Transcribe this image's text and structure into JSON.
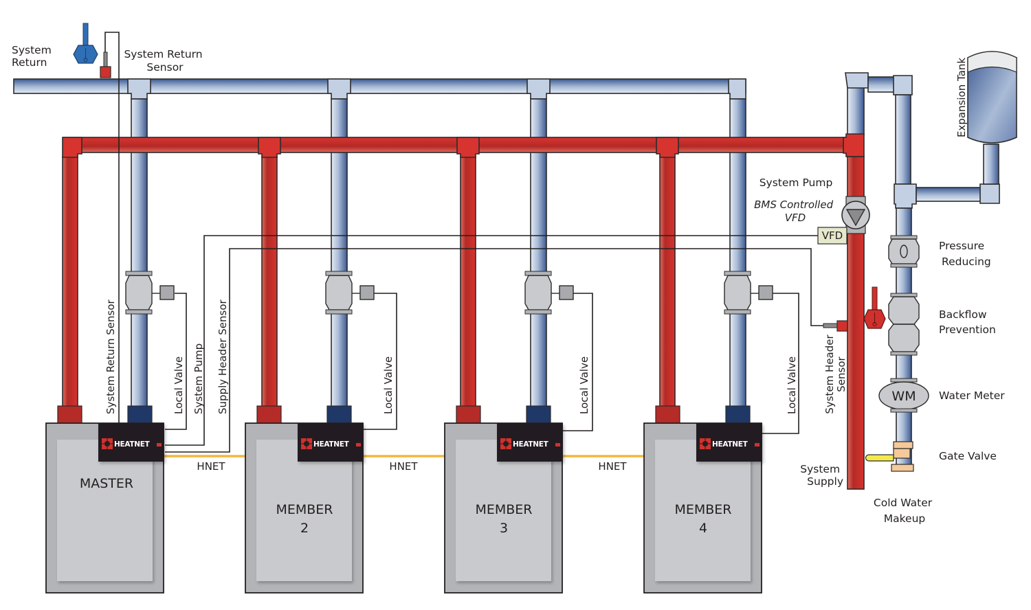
{
  "title": "HeatNet boiler cascade piping diagram",
  "labels": {
    "system_return": [
      "System",
      "Return"
    ],
    "system_return_sensor_top": [
      "System Return",
      "Sensor"
    ],
    "system_return_sensor_wire": "System Return Sensor",
    "local_valve": "Local Valve",
    "system_pump_wire": "System Pump",
    "supply_header_sensor_wire": "Supply Header Sensor",
    "system_pump": "System Pump",
    "bms_vfd": [
      "BMS Controlled",
      "VFD"
    ],
    "vfd_box": "VFD",
    "system_header_sensor": [
      "System Header",
      "Sensor"
    ],
    "system_supply": [
      "System",
      "Supply"
    ],
    "expansion_tank": "Expansion Tank",
    "pressure_reducing": [
      "Pressure",
      "Reducing"
    ],
    "backflow_prevention": [
      "Backflow",
      "Prevention"
    ],
    "water_meter": "Water Meter",
    "water_meter_badge": "WM",
    "gate_valve": "Gate Valve",
    "cold_water_makeup": [
      "Cold Water",
      "Makeup"
    ],
    "hnet": "HNET"
  },
  "boilers": [
    {
      "name": "MASTER",
      "number": "",
      "controller": "HEATNET"
    },
    {
      "name": "MEMBER",
      "number": "2",
      "controller": "HEATNET"
    },
    {
      "name": "MEMBER",
      "number": "3",
      "controller": "HEATNET"
    },
    {
      "name": "MEMBER",
      "number": "4",
      "controller": "HEATNET"
    }
  ],
  "colors": {
    "supply_pipe": "#d0312d",
    "return_pipe": "#5b74a8",
    "return_connector": "#1f3868",
    "supply_connector": "#b52b27",
    "hnet_bus": "#f3b73c",
    "boiler_body": "#b3b4b7",
    "boiler_panel": "#c9cacd",
    "controller": "#231f20",
    "vfd_box": "#e6e8cc"
  }
}
